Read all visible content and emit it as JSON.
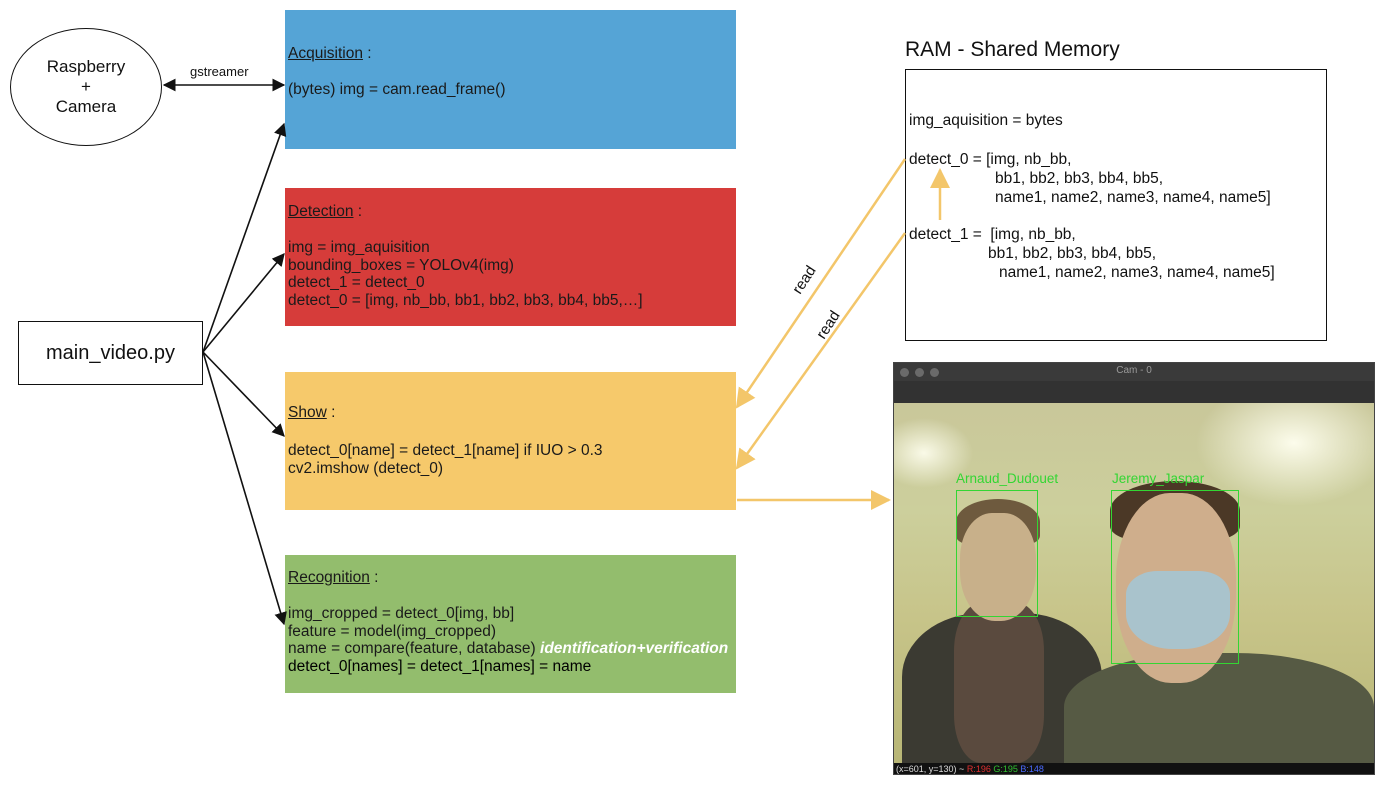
{
  "source": {
    "label_line1": "Raspberry",
    "label_line2": "+",
    "label_line3": "Camera"
  },
  "link_label": "gstreamer",
  "main_script": "main_video.py",
  "acquisition": {
    "title": "Acquisition",
    "sep": " :",
    "lines": [
      "(bytes) img = cam.read_frame()"
    ]
  },
  "detection": {
    "title": "Detection",
    "sep": " :",
    "lines": [
      "img = img_aquisition",
      "bounding_boxes = YOLOv4(img)",
      "detect_1 = detect_0",
      "detect_0 = [img, nb_bb, bb1, bb2, bb3, bb4, bb5,…]"
    ]
  },
  "show": {
    "title": "Show",
    "sep": " :",
    "lines": [
      "detect_0[name] = detect_1[name] if IUO > 0.3",
      "cv2.imshow (detect_0)"
    ]
  },
  "recognition": {
    "title": "Recognition",
    "sep": " :",
    "lines": [
      "img_cropped = detect_0[img, bb]",
      "feature = model(img_cropped)",
      "name = compare(feature, database)",
      "detect_0[names] = detect_1[names] = name"
    ],
    "note": "identification+verification"
  },
  "ram": {
    "title": "RAM - Shared Memory",
    "lines": [
      "img_aquisition = bytes",
      "detect_0 = [img, nb_bb,",
      "bb1, bb2, bb3, bb4, bb5,",
      "name1, name2, name3, name4, name5]",
      "detect_1 =  [img, nb_bb,",
      "bb1, bb2, bb3, bb4, bb5,",
      "name1, name2, name3, name4, name5]"
    ]
  },
  "read_label_1": "read",
  "read_label_2": "read",
  "camera_window": {
    "title": "Cam - 0",
    "box1_label": "Arnaud_Dudouet",
    "box2_label": "Jeremy_Jaspar",
    "status_coords": "(x=601, y=130) ~",
    "status_r": "R:196",
    "status_g": "G:195",
    "status_b": "B:148"
  },
  "colors": {
    "acquisition": "#55a4d6",
    "detection": "#d63c3a",
    "show": "#f6c96b",
    "recognition": "#93bd6d",
    "arrow_read": "#f3c66a",
    "bbox": "#33d633"
  }
}
